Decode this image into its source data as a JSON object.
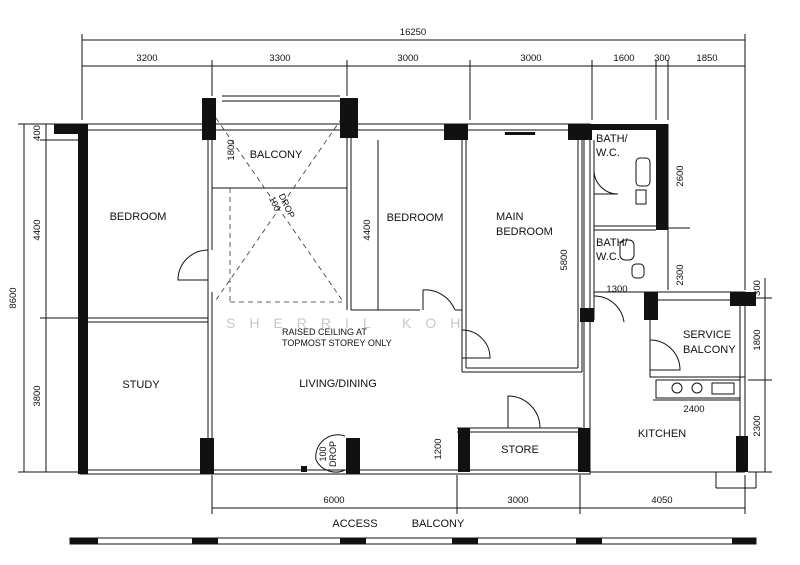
{
  "dimensions": {
    "overall_top": "16250",
    "top_segments": [
      "3200",
      "3300",
      "3000",
      "3000",
      "1600",
      "300",
      "1850"
    ],
    "left_overall": "8600",
    "left_segments": [
      "400",
      "4400",
      "3800"
    ],
    "bottom_segments": [
      "6000",
      "3000",
      "4050"
    ],
    "right_segments": [
      "2600",
      "2300",
      "300",
      "1800",
      "2300"
    ],
    "balcony_depth": "1800",
    "bedroom2_depth": "4400",
    "master_depth": "5800",
    "bath_door": "1300",
    "store_depth": "1200",
    "kitchen_counter": "2400"
  },
  "rooms": {
    "bedroom_left": "BEDROOM",
    "balcony": "BALCONY",
    "bedroom_mid": "BEDROOM",
    "main_bedroom_line1": "MAIN",
    "main_bedroom_line2": "BEDROOM",
    "bath1_line1": "BATH/",
    "bath1_line2": "W.C.",
    "bath2_line1": "BATH/",
    "bath2_line2": "W.C.",
    "study": "STUDY",
    "living": "LIVING/DINING",
    "service_line1": "SERVICE",
    "service_line2": "BALCONY",
    "kitchen": "KITCHEN",
    "store": "STORE"
  },
  "notes": {
    "drop_1": "100",
    "drop_2": "DROP",
    "drop_3": "100",
    "drop_4": "DROP",
    "ceiling_line1": "RAISED CEILING AT",
    "ceiling_line2": "TOPMOST STOREY ONLY",
    "watermark": "SHERRIL KOH"
  },
  "access": {
    "label1": "ACCESS",
    "label2": "BALCONY"
  }
}
